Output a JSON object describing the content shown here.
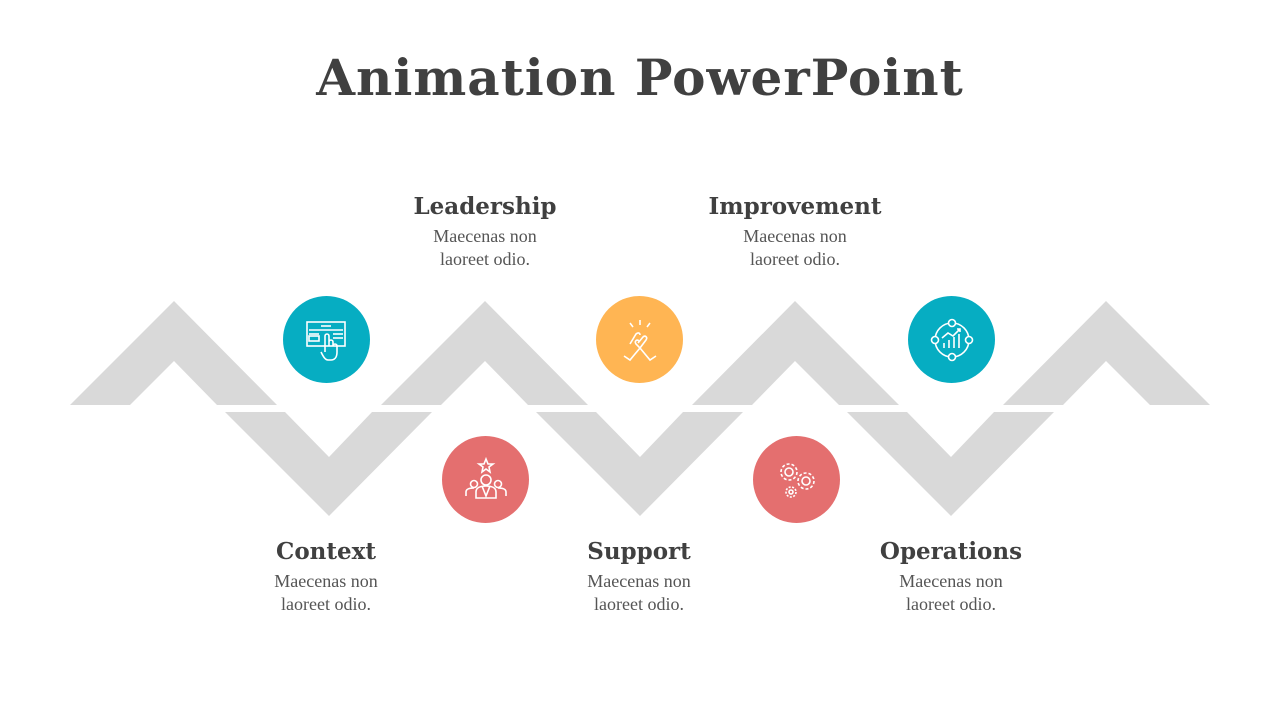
{
  "title": "Animation PowerPoint",
  "colors": {
    "teal": "#06adc2",
    "yellow": "#ffb553",
    "red": "#e46f6f",
    "gray": "#d9d9d9"
  },
  "steps": [
    {
      "title": "Context",
      "text": "Maecenas non laoreet odio.",
      "icon": "touch-screen-icon",
      "color": "#06adc2"
    },
    {
      "title": "Leadership",
      "text": "Maecenas non laoreet odio.",
      "icon": "team-leader-icon",
      "color": "#e46f6f"
    },
    {
      "title": "Support",
      "text": "Maecenas non laoreet odio.",
      "icon": "handshake-icon",
      "color": "#ffb553"
    },
    {
      "title": "Improvement",
      "text": "Maecenas non laoreet odio.",
      "icon": "gears-icon",
      "color": "#e46f6f"
    },
    {
      "title": "Operations",
      "text": "Maecenas non laoreet odio.",
      "icon": "growth-cycle-icon",
      "color": "#06adc2"
    }
  ]
}
